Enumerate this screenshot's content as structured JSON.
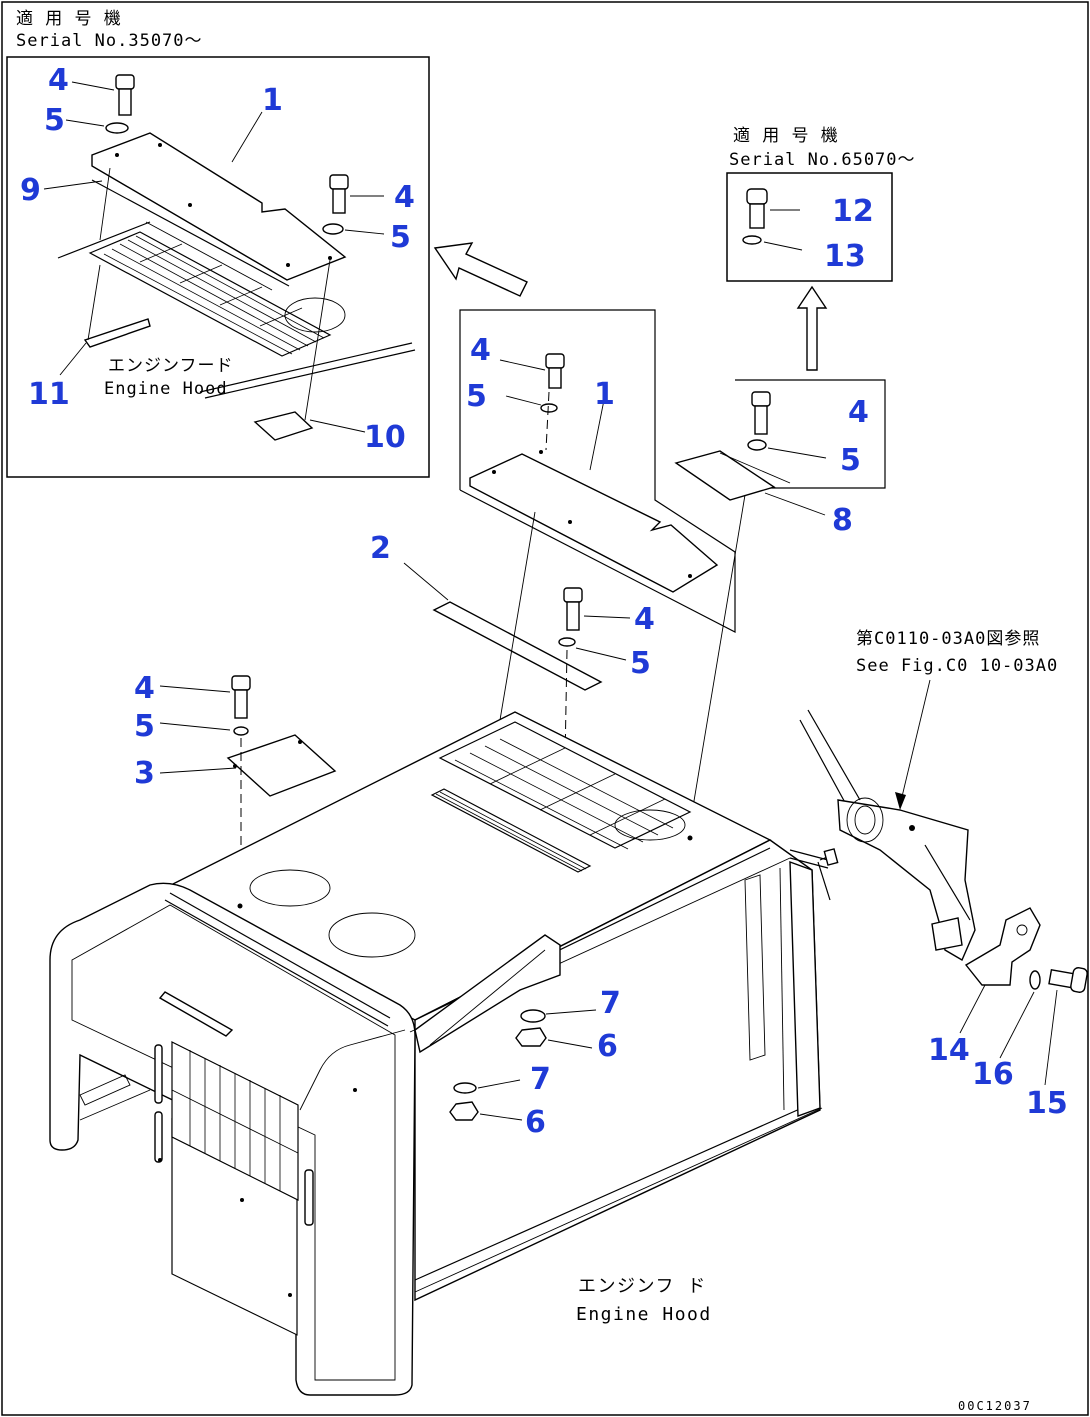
{
  "notes": {
    "top_left_jp": "適 用 号 機",
    "top_left_serial": "Serial No.35070〜",
    "top_right_jp": "適 用 号 機",
    "top_right_serial": "Serial No.65070〜",
    "ref_jp": "第C0110-03A0図参照",
    "ref_en": "See Fig.C0 10-03A0",
    "hood_inset_jp": "エンジンフード",
    "hood_inset_en": "Engine Hood",
    "hood_main_jp": "エンジンフ ド",
    "hood_main_en": "Engine Hood",
    "doc_id": "00C12037"
  },
  "callouts": {
    "c1": "4",
    "c2": "5",
    "c3": "1",
    "c4": "9",
    "c5": "4",
    "c6": "5",
    "c7": "11",
    "c8": "10",
    "c9": "12",
    "c10": "13",
    "c11": "4",
    "c12": "5",
    "c13": "1",
    "c14": "4",
    "c15": "5",
    "c16": "8",
    "c17": "2",
    "c18": "4",
    "c19": "5",
    "c20": "4",
    "c21": "5",
    "c22": "3",
    "c23": "7",
    "c24": "6",
    "c25": "7",
    "c26": "6",
    "c27": "14",
    "c28": "16",
    "c29": "15"
  }
}
